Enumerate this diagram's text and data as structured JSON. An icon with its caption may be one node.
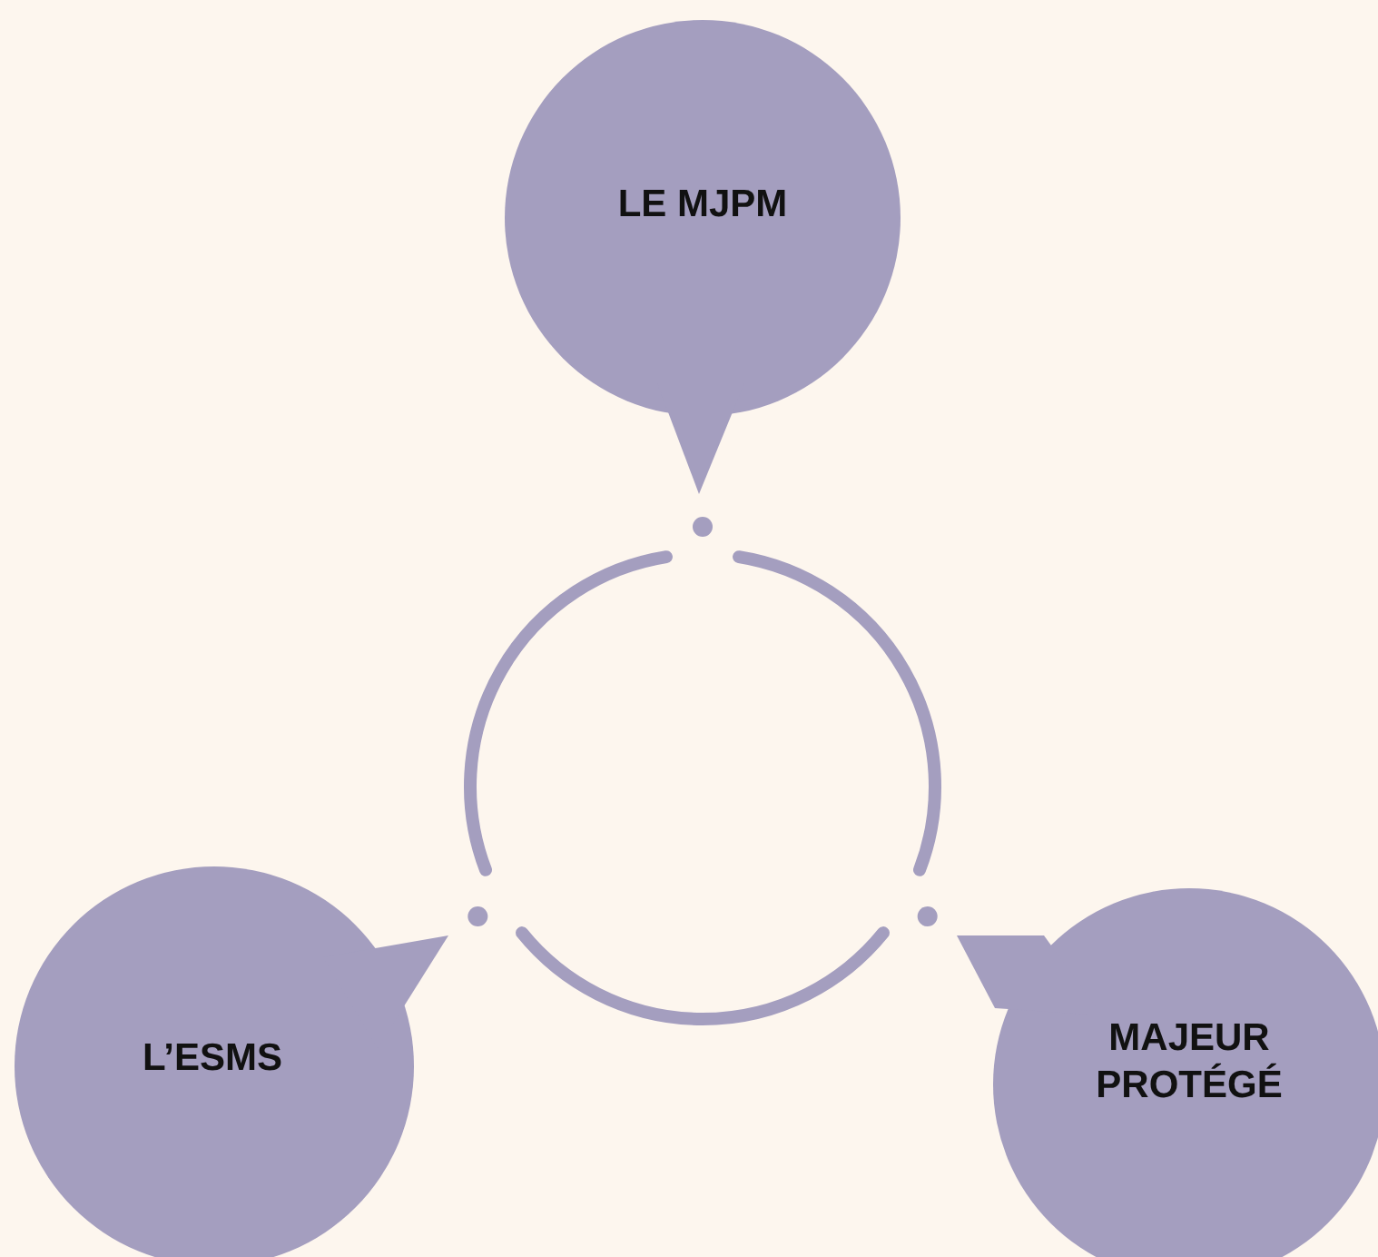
{
  "diagram": {
    "nodes": [
      {
        "text": [
          "LE MJPM"
        ]
      },
      {
        "text": [
          "L’ESMS"
        ]
      },
      {
        "text": [
          "MAJEUR PROTÉGÉ"
        ]
      },
      {
        "text": [],
        "shape": "circle"
      }
    ]
  }
}
